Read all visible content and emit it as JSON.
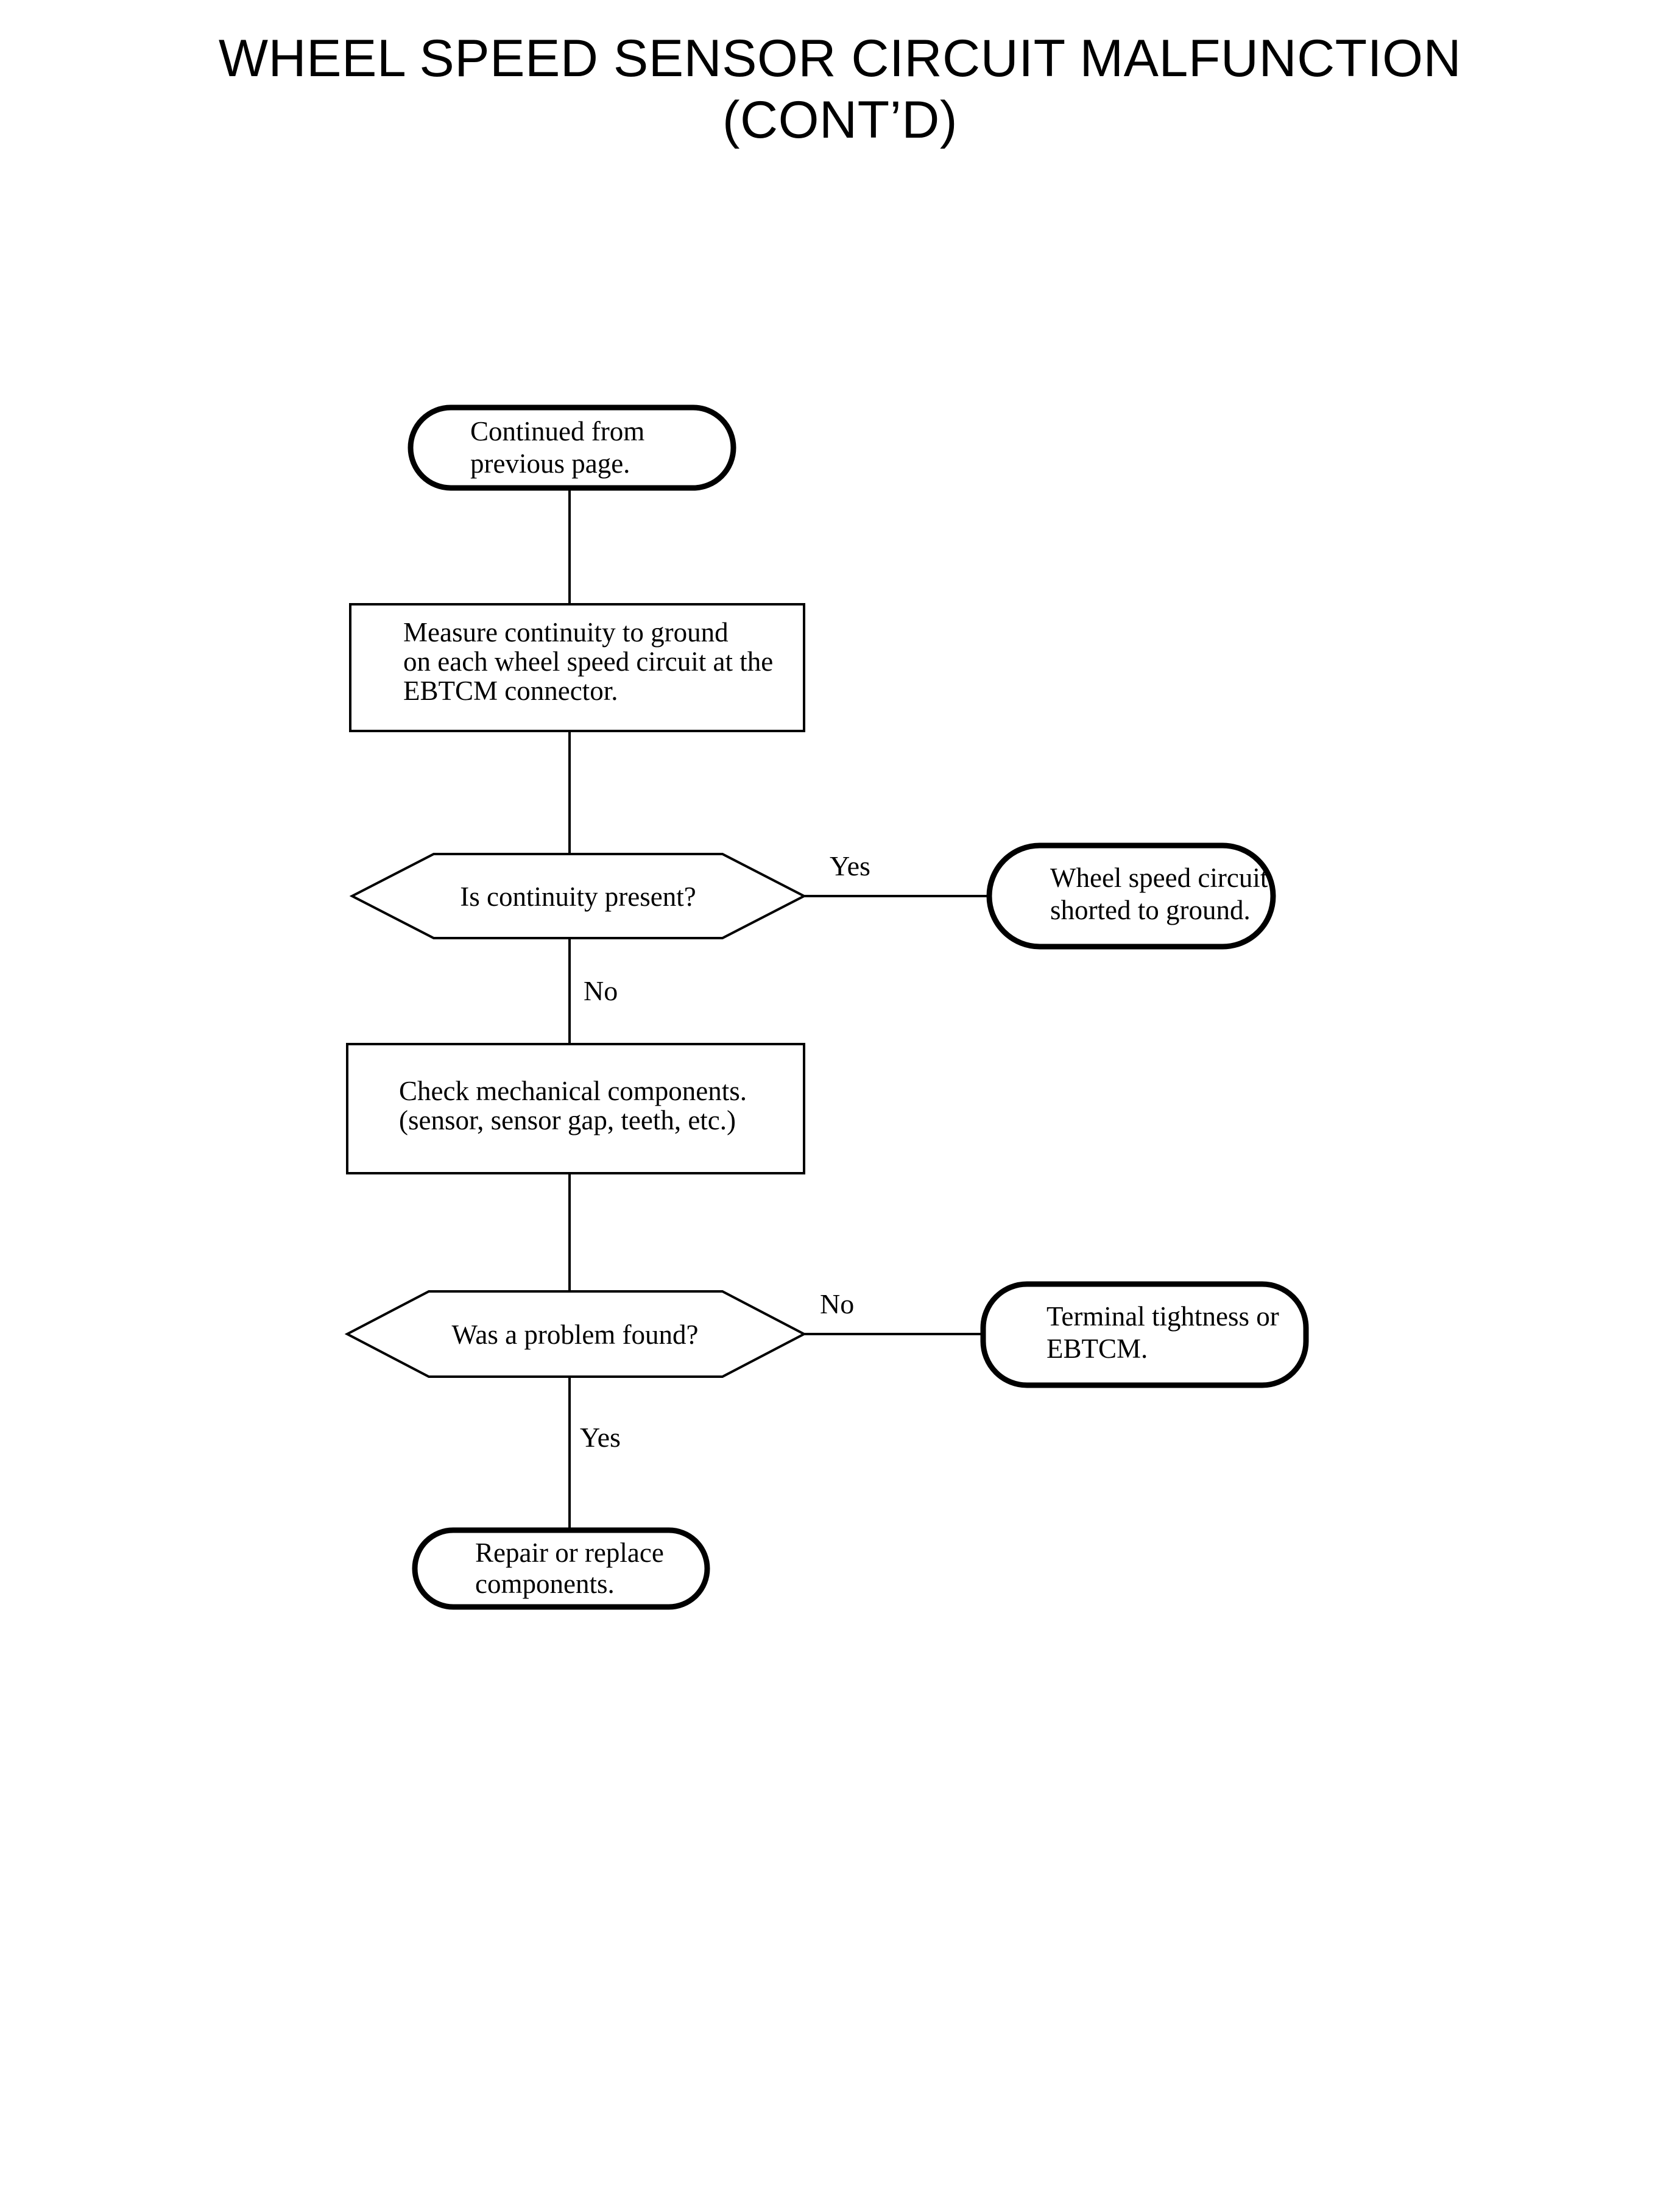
{
  "document": {
    "title_line1": "WHEEL SPEED SENSOR CIRCUIT MALFUNCTION",
    "title_line2": "(CONT’D)"
  },
  "chart_data": {
    "type": "diagram",
    "diagram_kind": "flowchart",
    "title": "WHEEL SPEED SENSOR CIRCUIT MALFUNCTION (CONT’D)",
    "orientation": "top-to-bottom",
    "nodes": [
      {
        "id": "n1",
        "shape": "terminator",
        "lines": [
          "Continued from",
          "previous page."
        ]
      },
      {
        "id": "n2",
        "shape": "process",
        "lines": [
          "Measure continuity to ground",
          "on each wheel speed circuit at the",
          "EBTCM connector."
        ]
      },
      {
        "id": "n3",
        "shape": "decision",
        "lines": [
          "Is continuity present?"
        ]
      },
      {
        "id": "n4",
        "shape": "terminator",
        "lines": [
          "Wheel speed circuit",
          "shorted to ground."
        ]
      },
      {
        "id": "n5",
        "shape": "process",
        "lines": [
          "Check mechanical components.",
          "(sensor, sensor gap, teeth, etc.)"
        ]
      },
      {
        "id": "n6",
        "shape": "decision",
        "lines": [
          "Was a problem found?"
        ]
      },
      {
        "id": "n7",
        "shape": "terminator",
        "lines": [
          "Terminal tightness or",
          "EBTCM."
        ]
      },
      {
        "id": "n8",
        "shape": "terminator",
        "lines": [
          "Repair or replace",
          "components."
        ]
      }
    ],
    "edges": [
      {
        "from": "n1",
        "to": "n2",
        "label": ""
      },
      {
        "from": "n2",
        "to": "n3",
        "label": ""
      },
      {
        "from": "n3",
        "to": "n4",
        "label": "Yes"
      },
      {
        "from": "n3",
        "to": "n5",
        "label": "No"
      },
      {
        "from": "n5",
        "to": "n6",
        "label": ""
      },
      {
        "from": "n6",
        "to": "n7",
        "label": "No"
      },
      {
        "from": "n6",
        "to": "n8",
        "label": "Yes"
      }
    ],
    "colors": {
      "background": "#ffffff",
      "stroke": "#000000",
      "text": "#000000"
    }
  }
}
